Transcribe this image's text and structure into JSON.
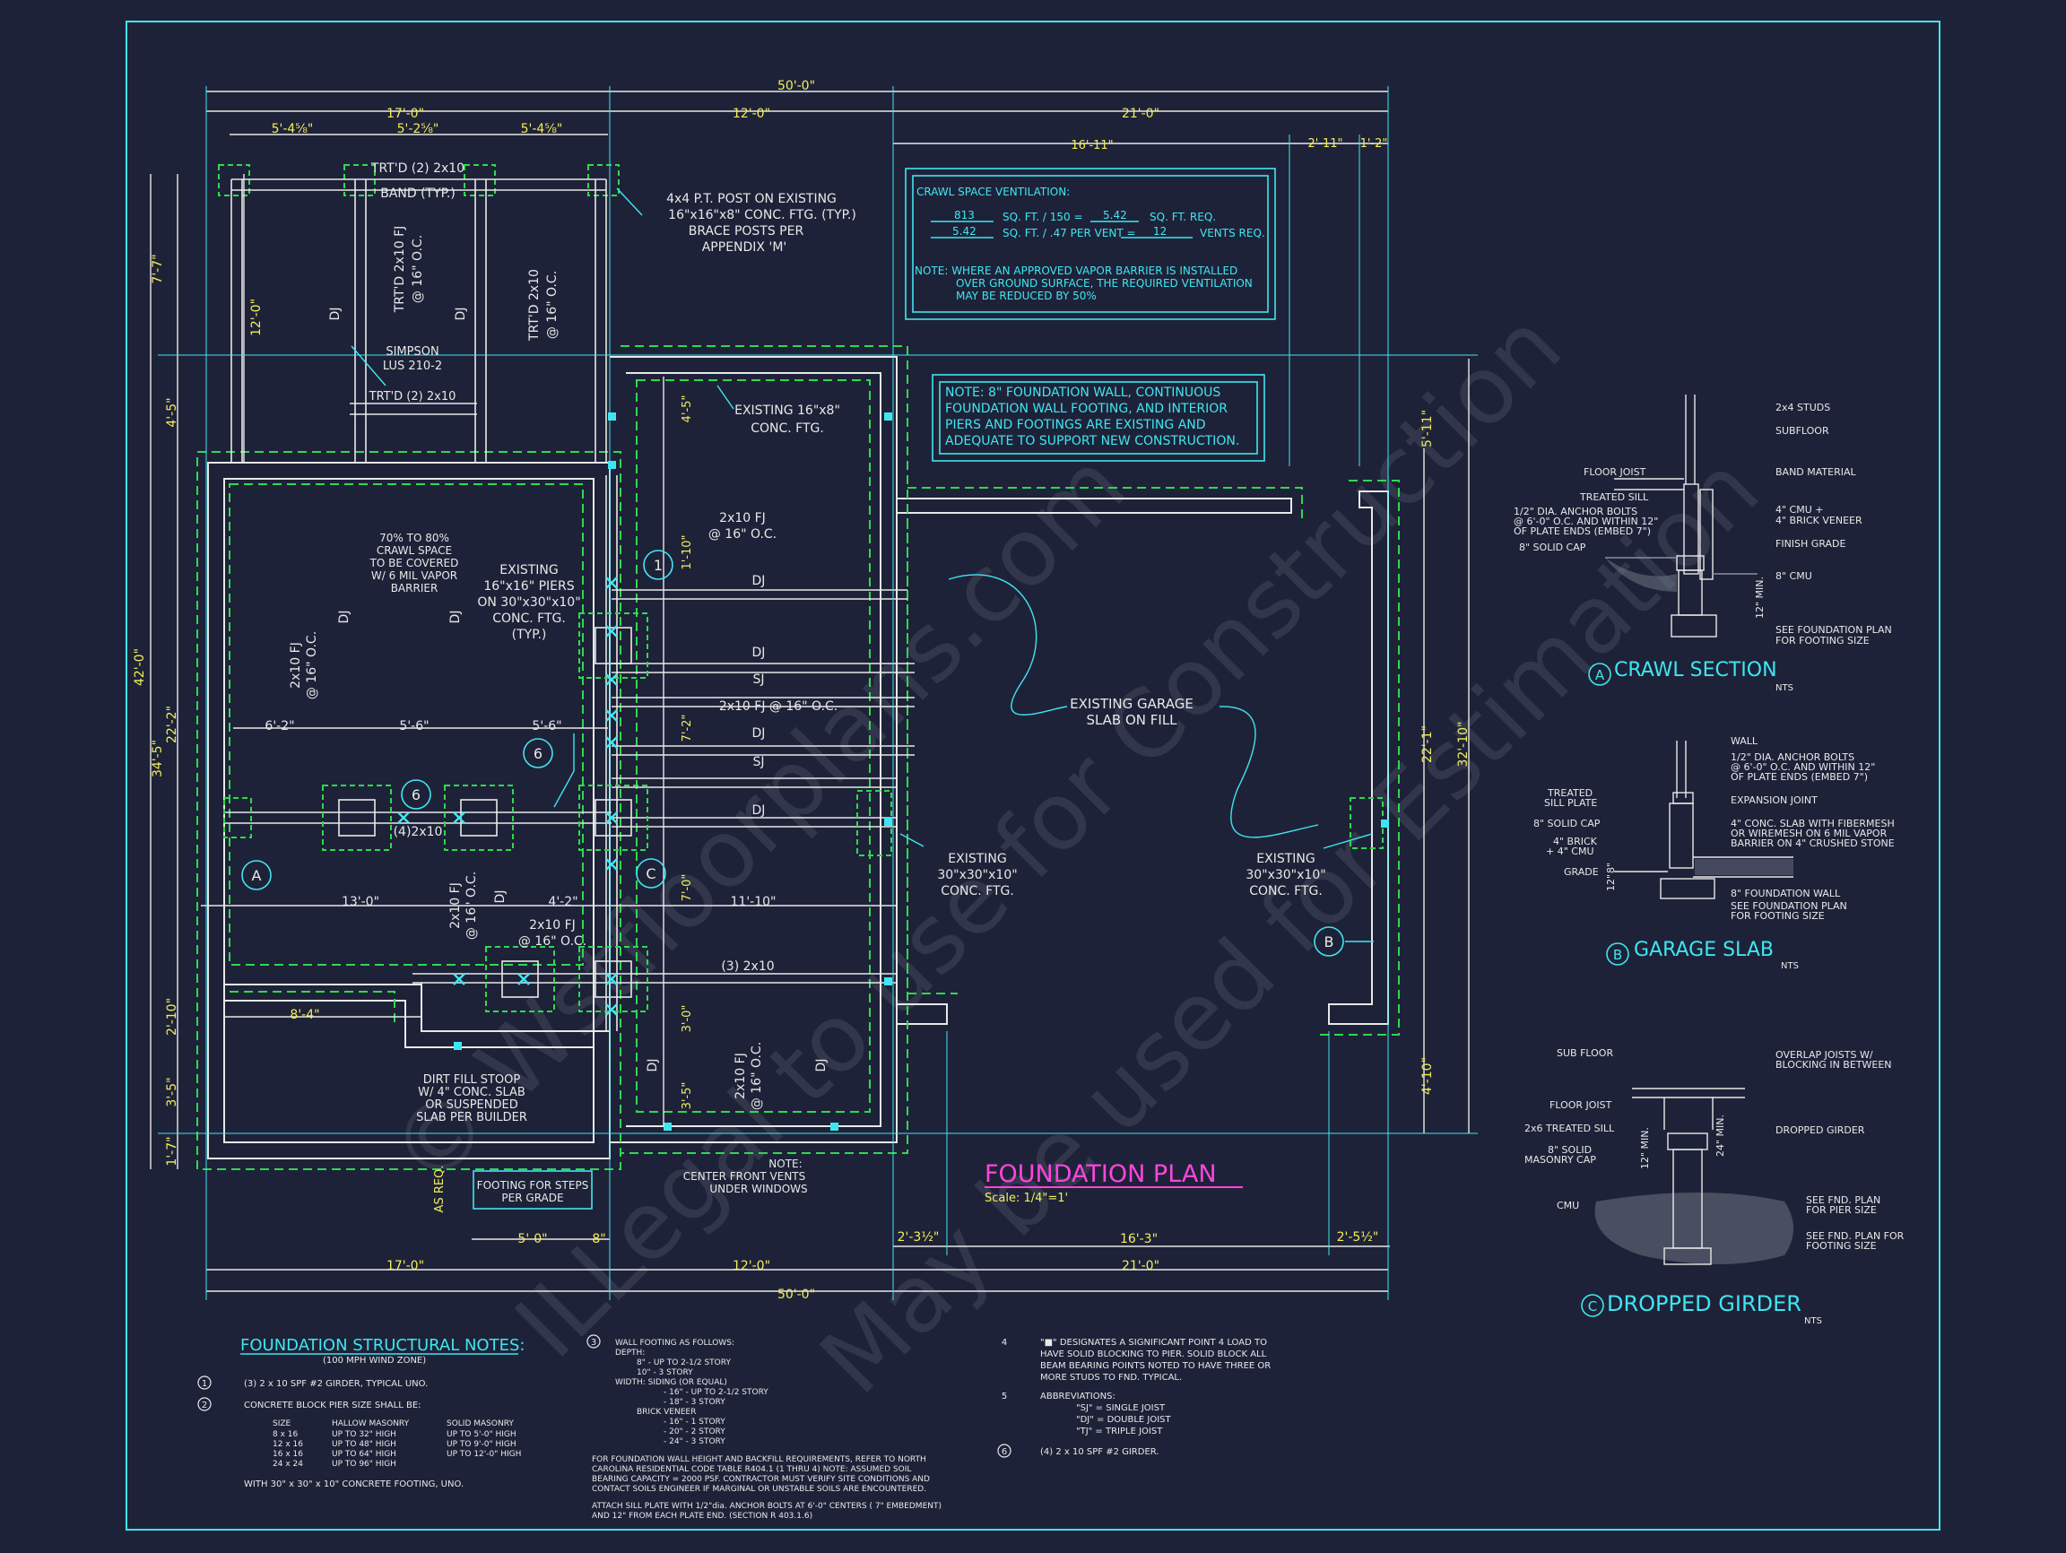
{
  "colors": {
    "background": "#1e2238",
    "cyan": "#3fe6f0",
    "yellow": "#f2ee5a",
    "white": "#e8e8e8",
    "magenta": "#ff44dd",
    "green": "#2fd94e"
  },
  "title": {
    "text": "FOUNDATION PLAN",
    "scale": "Scale: 1/4\"=1'"
  },
  "watermark": {
    "line1": "© Wstfloorplans.com",
    "line2": "ILLegal to use for Construction",
    "line3": "May be used for Estimation"
  },
  "dims": {
    "overall_top": "50'-0\"",
    "top_left": "17'-0\"",
    "top_mid": "12'-0\"",
    "top_right": "21'-0\"",
    "porch_a": "5'-4⅝\"",
    "porch_b": "5'-2⅝\"",
    "porch_c": "5'-4⅝\"",
    "garage_a": "16'-11\"",
    "garage_b": "2'-11\"",
    "garage_c": "1'-2\"",
    "left_42": "42'-0\"",
    "left_34": "34'-5\"",
    "left_7": "7'-7\"",
    "left_4": "4'-5\"",
    "left_22": "22'-2\"",
    "left_2": "2'-10\"",
    "left_3": "3'-5\"",
    "left_1": "1'-7\"",
    "porch_12": "12'-0\"",
    "mid_45": "4'-5\"",
    "mid_10": "1'-10\"",
    "mid_72": "7'-2\"",
    "mid_70": "7'-0\"",
    "mid_30": "3'-0\"",
    "mid_35": "3'-5\"",
    "right_5": "5'-11\"",
    "right_22": "22'-1\"",
    "right_32": "32'-10\"",
    "right_4": "4'-10\"",
    "h_62": "6'-2\"",
    "h_56a": "5'-6\"",
    "h_56b": "5'-6\"",
    "h_13": "13'-0\"",
    "h_42": "4'-2\"",
    "h_1110": "11'-10\"",
    "h_84": "8'-4\"",
    "b_50": "5'-0\"",
    "b_8": "8\"",
    "b_23": "2'-3½\"",
    "b_163": "16'-3\"",
    "b_25": "2'-5½\"",
    "bot_left": "17'-0\"",
    "bot_mid": "12'-0\"",
    "bot_right": "21'-0\"",
    "bot_overall": "50'-0\""
  },
  "labels": {
    "post": [
      "4x4 P.T. POST ON EXISTING",
      "16\"x16\"x8\" CONC. FTG. (TYP.)",
      "BRACE POSTS PER",
      "APPENDIX 'M'"
    ],
    "band": [
      "TRT'D (2) 2x10",
      "BAND (TYP.)"
    ],
    "fj_left": [
      "TRT'D 2x10 FJ",
      "@ 16\" O.C."
    ],
    "fj_right": [
      "TRT'D 2x10",
      "@ 16\" O.C."
    ],
    "dj": "DJ",
    "sj": "SJ",
    "simpson": [
      "SIMPSON",
      "LUS 210-2"
    ],
    "trtd_mid": "TRT'D (2) 2x10",
    "existing_ftg": [
      "EXISTING 16\"x8\"",
      "CONC. FTG."
    ],
    "fj_mid": [
      "2x10 FJ",
      "@ 16\" O.C."
    ],
    "crawl_pct": [
      "70% TO 80%",
      "CRAWL SPACE",
      "TO BE COVERED",
      "W/ 6 MIL VAPOR",
      "BARRIER"
    ],
    "piers": [
      "EXISTING",
      "16\"x16\" PIERS",
      "ON 30\"x30\"x10\"",
      "CONC. FTG.",
      "(TYP.)"
    ],
    "fj_left_v": [
      "2x10 FJ",
      "@ 16\" O.C."
    ],
    "fj_row": "2x10 FJ @ 16\" O.C.",
    "girder_42": "(4)2x10",
    "garage_slab": [
      "EXISTING GARAGE",
      "SLAB ON FILL"
    ],
    "conc_left": [
      "EXISTING",
      "30\"x30\"x10\"",
      "CONC. FTG."
    ],
    "conc_right": [
      "EXISTING",
      "30\"x30\"x10\"",
      "CONC. FTG."
    ],
    "girder_32": "(3) 2x10",
    "fj_low": [
      "2x10 FJ",
      "@ 16\" O.C."
    ],
    "fj_low_v": [
      "2x10 FJ",
      "@ 16\" O.C."
    ],
    "fj_low_r": [
      "2x10 FJ",
      "@ 16\" O.C."
    ],
    "stoop": [
      "DIRT FILL STOOP",
      "W/ 4\" CONC. SLAB",
      "OR SUSPENDED",
      "SLAB PER BUILDER"
    ],
    "steps": [
      "FOOTING FOR STEPS",
      "PER GRADE"
    ],
    "as_req": "AS REQ.",
    "vents": [
      "NOTE:",
      "CENTER FRONT VENTS",
      "UNDER WINDOWS"
    ],
    "tag_a": "A",
    "tag_b": "B",
    "tag_c": "C",
    "tag_1": "1",
    "tag_6a": "6",
    "tag_6b": "6"
  },
  "vent": {
    "title": "CRAWL SPACE VENTILATION:",
    "row1": [
      "813",
      "SQ. FT. / 150 =",
      "5.42",
      "SQ. FT. REQ."
    ],
    "row2": [
      "5.42",
      "SQ. FT. / .47 PER VENT =",
      "12",
      "VENTS REQ."
    ],
    "note": [
      "NOTE:  WHERE AN APPROVED VAPOR BARRIER IS INSTALLED",
      "OVER GROUND SURFACE, THE REQUIRED VENTILATION",
      "MAY BE REDUCED BY 50%"
    ]
  },
  "wall_note": [
    "NOTE: 8\" FOUNDATION WALL, CONTINUOUS",
    "FOUNDATION WALL FOOTING, AND INTERIOR",
    "PIERS AND FOOTINGS ARE EXISTING AND",
    "ADEQUATE TO SUPPORT NEW CONSTRUCTION."
  ],
  "details": {
    "a": {
      "letter": "A",
      "title": "CRAWL SECTION",
      "nts": "NTS",
      "labels": [
        "2x4 STUDS",
        "SUBFLOOR",
        "FLOOR JOIST",
        "BAND MATERIAL",
        "TREATED SILL",
        "1/2\" DIA. ANCHOR BOLTS",
        "@ 6'-0\" O.C. AND WITHIN 12\"",
        "OF PLATE ENDS (EMBED 7\")",
        "4\" CMU +",
        "4\" BRICK VENEER",
        "8\" SOLID CAP",
        "FINISH GRADE",
        "8\" CMU",
        "12\" MIN.",
        "SEE FOUNDATION PLAN",
        "FOR FOOTING SIZE"
      ]
    },
    "b": {
      "letter": "B",
      "title": "GARAGE SLAB",
      "nts": "NTS",
      "labels": [
        "WALL",
        "1/2\" DIA. ANCHOR BOLTS",
        "@ 6'-0\" O.C. AND WITHIN 12\"",
        "OF PLATE ENDS (EMBED 7\")",
        "TREATED",
        "SILL PLATE",
        "EXPANSION JOINT",
        "8\" SOLID CAP",
        "4\" CONC. SLAB WITH FIBERMESH",
        "OR WIREMESH ON 6 MIL VAPOR",
        "BARRIER ON 4\" CRUSHED STONE",
        "4\" BRICK",
        "+ 4\" CMU",
        "GRADE",
        "8\" FOUNDATION WALL",
        "SEE FOUNDATION PLAN",
        "FOR FOOTING SIZE",
        "8\"",
        "12\""
      ]
    },
    "c": {
      "letter": "C",
      "title": "DROPPED GIRDER",
      "nts": "NTS",
      "labels": [
        "SUB FLOOR",
        "OVERLAP JOISTS W/",
        "BLOCKING IN BETWEEN",
        "FLOOR JOIST",
        "2x6 TREATED SILL",
        "DROPPED GIRDER",
        "8\" SOLID",
        "MASONRY CAP",
        "CMU",
        "SEE FND. PLAN",
        "FOR PIER SIZE",
        "SEE FND. PLAN FOR",
        "FOOTING SIZE",
        "12\" MIN.",
        "24\" MIN."
      ]
    }
  },
  "notes": {
    "title": "FOUNDATION STRUCTURAL NOTES:",
    "subtitle": "(100 MPH WIND ZONE)",
    "n1": "(3) 2 x 10 SPF #2 GIRDER, TYPICAL UNO.",
    "n2": "CONCRETE BLOCK PIER SIZE SHALL BE:",
    "pier_headers": [
      "SIZE",
      "HALLOW MASONRY",
      "SOLID MASONRY"
    ],
    "pier_rows": [
      [
        "8 x 16",
        "UP TO 32\" HIGH",
        "UP TO 5'-0\" HIGH"
      ],
      [
        "12 x 16",
        "UP TO 48\" HIGH",
        "UP TO 9'-0\" HIGH"
      ],
      [
        "16 x 16",
        "UP TO 64\" HIGH",
        "UP TO 12'-0\" HIGH"
      ],
      [
        "24 x 24",
        "UP TO 96\" HIGH",
        ""
      ]
    ],
    "n2_footer": "WITH 30\" x 30\" x 10\" CONCRETE FOOTING, UNO.",
    "n3": [
      "WALL FOOTING AS FOLLOWS:",
      "DEPTH:",
      "8\" - UP TO 2-1/2 STORY",
      "10\" - 3 STORY",
      "WIDTH: SIDING (OR EQUAL)",
      "- 16\" - UP TO 2-1/2 STORY",
      "- 18\" - 3 STORY",
      "BRICK VENEER",
      "- 16\" - 1 STORY",
      "- 20\" - 2 STORY",
      "- 24\" - 3 STORY"
    ],
    "n3_para": [
      "FOR FOUNDATION WALL HEIGHT AND BACKFILL REQUIREMENTS, REFER TO NORTH",
      "CAROLINA RESIDENTIAL CODE TABLE R404.1 (1 THRU 4) NOTE: ASSUMED SOIL",
      "BEARING CAPACITY = 2000 PSF. CONTRACTOR MUST VERIFY SITE CONDITIONS AND",
      "CONTACT SOILS ENGINEER IF MARGINAL OR UNSTABLE SOILS ARE ENCOUNTERED."
    ],
    "n3_para2": [
      "ATTACH SILL PLATE WITH 1/2\"dia. ANCHOR BOLTS AT 6'-0\" CENTERS ( 7\" EMBEDMENT)",
      "AND 12\" FROM EACH PLATE END. (SECTION R 403.1.6)"
    ],
    "n4": [
      "\"■\" DESIGNATES A SIGNIFICANT POINT 4 LOAD TO",
      "HAVE SOLID BLOCKING TO PIER. SOLID BLOCK ALL",
      "BEAM BEARING POINTS NOTED TO HAVE THREE OR",
      "MORE STUDS TO FND. TYPICAL."
    ],
    "n5": [
      "ABBREVIATIONS:",
      "\"SJ\" = SINGLE JOIST",
      "\"DJ\" = DOUBLE JOIST",
      "\"TJ\" = TRIPLE JOIST"
    ],
    "n6": "(4) 2 x 10 SPF #2 GIRDER.",
    "nums": [
      "1",
      "2",
      "3",
      "4",
      "5",
      "6"
    ]
  }
}
